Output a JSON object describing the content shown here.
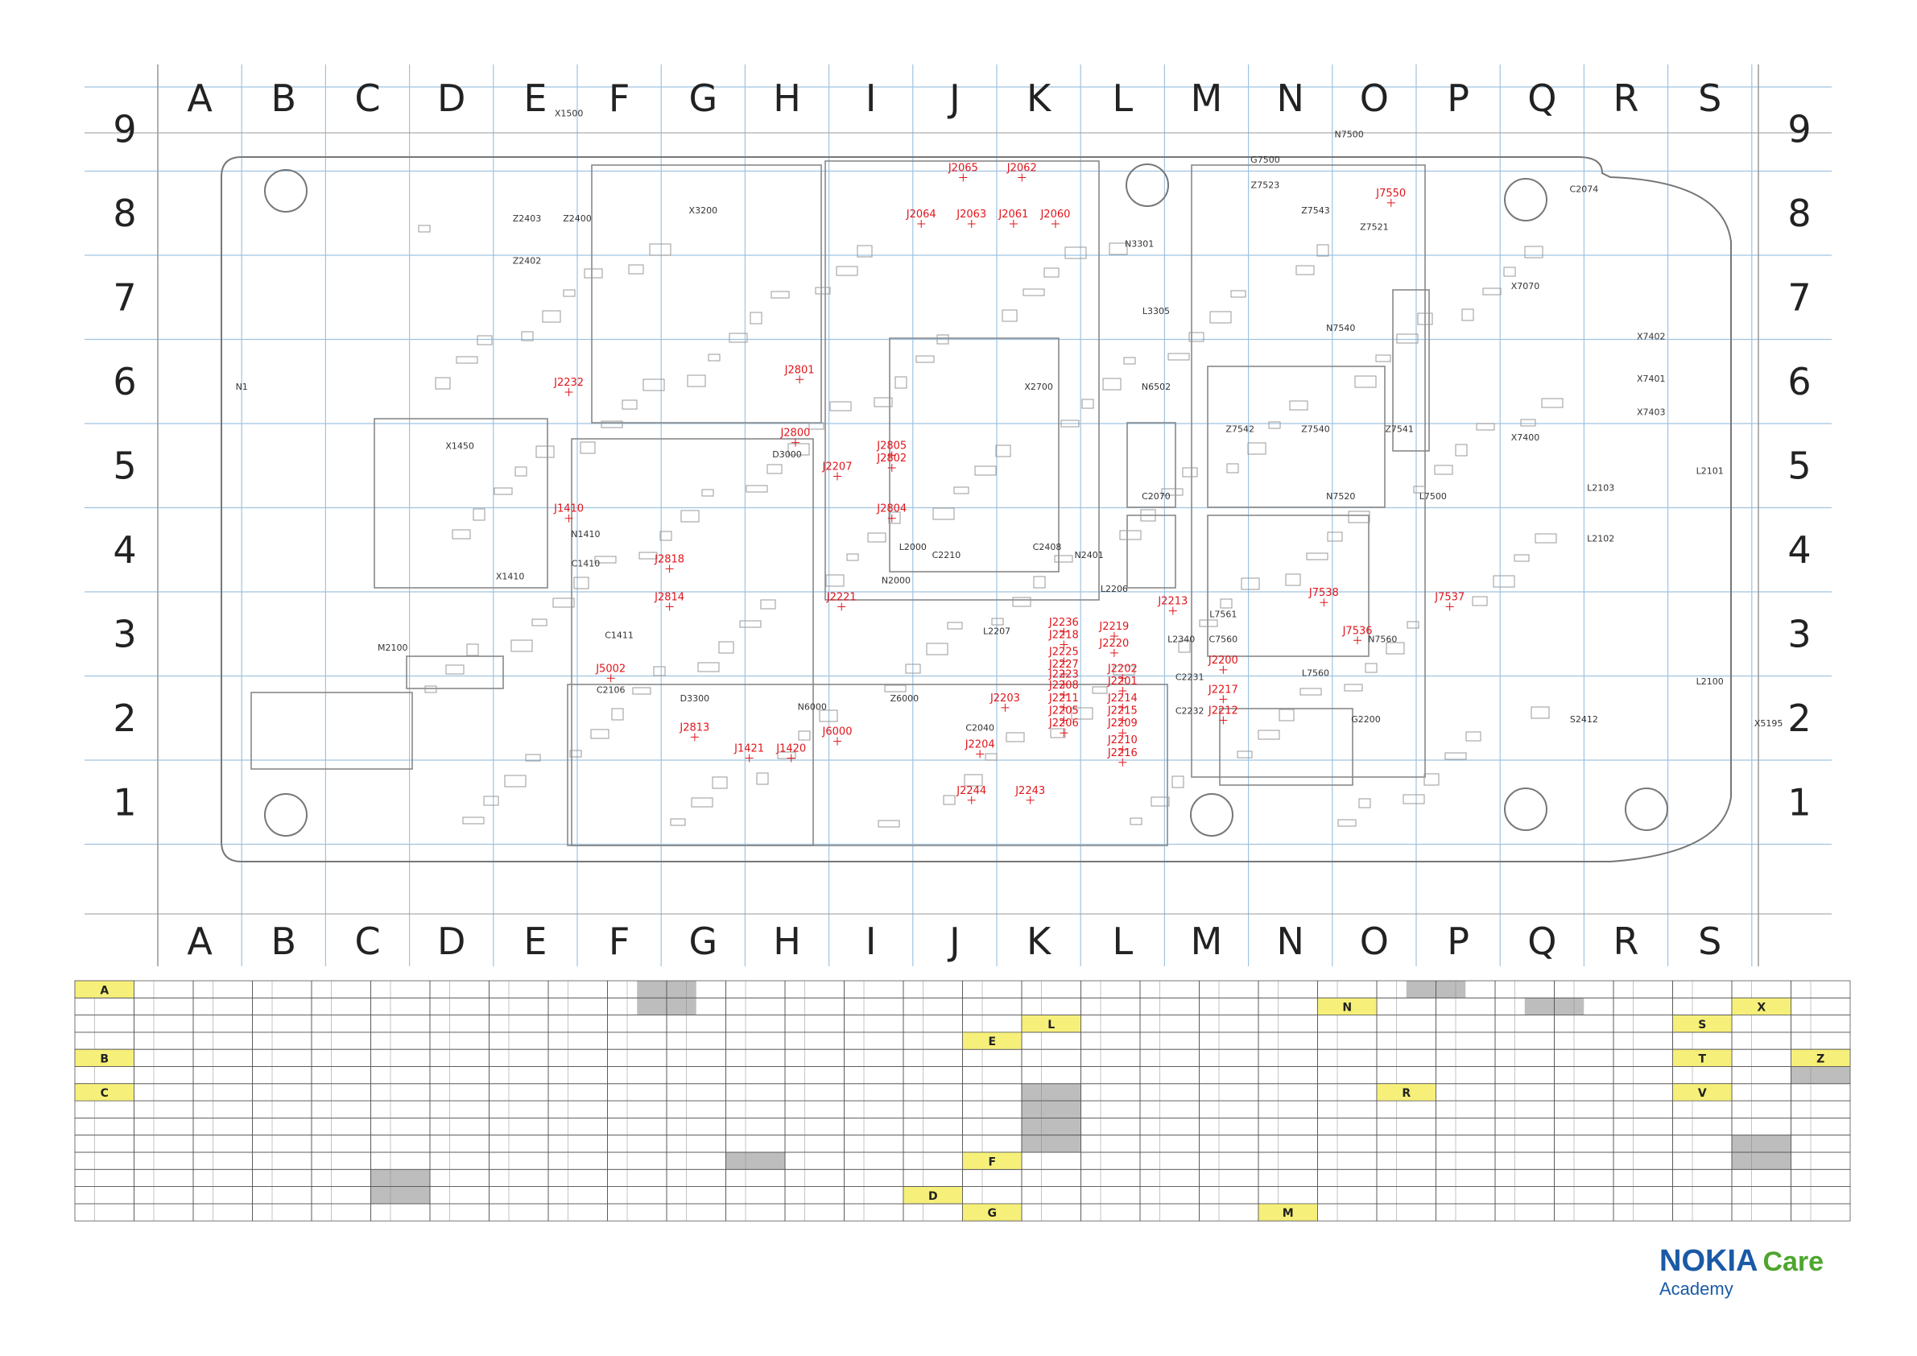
{
  "columns": [
    "A",
    "B",
    "C",
    "D",
    "E",
    "F",
    "G",
    "H",
    "I",
    "J",
    "K",
    "L",
    "M",
    "N",
    "O",
    "P",
    "Q",
    "R",
    "S"
  ],
  "rows": [
    "9",
    "8",
    "7",
    "6",
    "5",
    "4",
    "3",
    "2",
    "1"
  ],
  "components": [
    {
      "label": "X1500",
      "col": 5.4,
      "row": 9.15
    },
    {
      "label": "N1",
      "col": 1.5,
      "row": 5.9
    },
    {
      "label": "X1450",
      "col": 4.1,
      "row": 5.2
    },
    {
      "label": "X3200",
      "col": 7.0,
      "row": 8.0
    },
    {
      "label": "X2700",
      "col": 11.0,
      "row": 5.9
    },
    {
      "label": "D3000",
      "col": 8.0,
      "row": 5.1
    },
    {
      "label": "N2000",
      "col": 9.3,
      "row": 3.6
    },
    {
      "label": "Z2400",
      "col": 5.5,
      "row": 7.9
    },
    {
      "label": "Z2403",
      "col": 4.9,
      "row": 7.9
    },
    {
      "label": "Z2402",
      "col": 4.9,
      "row": 7.4
    },
    {
      "label": "N1410",
      "col": 5.6,
      "row": 4.15
    },
    {
      "label": "C1410",
      "col": 5.6,
      "row": 3.8
    },
    {
      "label": "X1410",
      "col": 4.7,
      "row": 3.65
    },
    {
      "label": "M2100",
      "col": 3.3,
      "row": 2.8
    },
    {
      "label": "D3300",
      "col": 6.9,
      "row": 2.2
    },
    {
      "label": "N6000",
      "col": 8.3,
      "row": 2.1
    },
    {
      "label": "Z6000",
      "col": 9.4,
      "row": 2.2
    },
    {
      "label": "L2000",
      "col": 9.5,
      "row": 4.0
    },
    {
      "label": "N7500",
      "col": 14.7,
      "row": 8.9
    },
    {
      "label": "N7540",
      "col": 14.6,
      "row": 6.6
    },
    {
      "label": "N7520",
      "col": 14.6,
      "row": 4.6
    },
    {
      "label": "N7560",
      "col": 15.1,
      "row": 2.9
    },
    {
      "label": "G7500",
      "col": 13.7,
      "row": 8.6
    },
    {
      "label": "Z7523",
      "col": 13.7,
      "row": 8.3
    },
    {
      "label": "Z7543",
      "col": 14.3,
      "row": 8.0
    },
    {
      "label": "Z7521",
      "col": 15.0,
      "row": 7.8
    },
    {
      "label": "Z7542",
      "col": 13.4,
      "row": 5.4
    },
    {
      "label": "Z7540",
      "col": 14.3,
      "row": 5.4
    },
    {
      "label": "Z7541",
      "col": 15.3,
      "row": 5.4
    },
    {
      "label": "L7500",
      "col": 15.7,
      "row": 4.6
    },
    {
      "label": "L3305",
      "col": 12.4,
      "row": 6.8
    },
    {
      "label": "N6502",
      "col": 12.4,
      "row": 5.9
    },
    {
      "label": "C2070",
      "col": 12.4,
      "row": 4.6
    },
    {
      "label": "N3301",
      "col": 12.2,
      "row": 7.6
    },
    {
      "label": "X7400",
      "col": 16.8,
      "row": 5.3
    },
    {
      "label": "X7070",
      "col": 16.8,
      "row": 7.1
    },
    {
      "label": "X7402",
      "col": 18.3,
      "row": 6.5
    },
    {
      "label": "X7401",
      "col": 18.3,
      "row": 6.0
    },
    {
      "label": "X7403",
      "col": 18.3,
      "row": 5.6
    },
    {
      "label": "G2200",
      "col": 14.9,
      "row": 1.95
    },
    {
      "label": "S2412",
      "col": 17.5,
      "row": 1.95
    },
    {
      "label": "X5195",
      "col": 19.7,
      "row": 1.9
    },
    {
      "label": "L2340",
      "col": 12.7,
      "row": 2.9
    },
    {
      "label": "L7560",
      "col": 14.3,
      "row": 2.5
    },
    {
      "label": "L7561",
      "col": 13.2,
      "row": 3.2
    },
    {
      "label": "C7560",
      "col": 13.2,
      "row": 2.9
    },
    {
      "label": "C2074",
      "col": 17.5,
      "row": 8.25
    },
    {
      "label": "L2103",
      "col": 17.7,
      "row": 4.7
    },
    {
      "label": "L2102",
      "col": 17.7,
      "row": 4.1
    },
    {
      "label": "L2206",
      "col": 11.9,
      "row": 3.5
    },
    {
      "label": "N2401",
      "col": 11.6,
      "row": 3.9
    },
    {
      "label": "C2408",
      "col": 11.1,
      "row": 4.0
    },
    {
      "label": "L2207",
      "col": 10.5,
      "row": 3.0
    },
    {
      "label": "C2210",
      "col": 9.9,
      "row": 3.9
    },
    {
      "label": "C2040",
      "col": 10.3,
      "row": 1.85
    },
    {
      "label": "C2231",
      "col": 12.8,
      "row": 2.45
    },
    {
      "label": "C2232",
      "col": 12.8,
      "row": 2.05
    },
    {
      "label": "C1411",
      "col": 6.0,
      "row": 2.95
    },
    {
      "label": "C2106",
      "col": 5.9,
      "row": 2.3
    },
    {
      "label": "L2101",
      "col": 19.0,
      "row": 4.9
    },
    {
      "label": "L2100",
      "col": 19.0,
      "row": 2.4
    }
  ],
  "test_points": [
    {
      "label": "J2232",
      "col": 5.4,
      "row": 5.95
    },
    {
      "label": "J1410",
      "col": 5.4,
      "row": 4.45
    },
    {
      "label": "J2818",
      "col": 6.6,
      "row": 3.85
    },
    {
      "label": "J2814",
      "col": 6.6,
      "row": 3.4
    },
    {
      "label": "J5002",
      "col": 5.9,
      "row": 2.55
    },
    {
      "label": "J2813",
      "col": 6.9,
      "row": 1.85
    },
    {
      "label": "J1421",
      "col": 7.55,
      "row": 1.6
    },
    {
      "label": "J1420",
      "col": 8.05,
      "row": 1.6
    },
    {
      "label": "J6000",
      "col": 8.6,
      "row": 1.8
    },
    {
      "label": "J2221",
      "col": 8.65,
      "row": 3.4
    },
    {
      "label": "J2801",
      "col": 8.15,
      "row": 6.1
    },
    {
      "label": "J2800",
      "col": 8.1,
      "row": 5.35
    },
    {
      "label": "J2207",
      "col": 8.6,
      "row": 4.95
    },
    {
      "label": "J2805",
      "col": 9.25,
      "row": 5.2
    },
    {
      "label": "J2802",
      "col": 9.25,
      "row": 5.05
    },
    {
      "label": "J2804",
      "col": 9.25,
      "row": 4.45
    },
    {
      "label": "J2065",
      "col": 10.1,
      "row": 8.5
    },
    {
      "label": "J2062",
      "col": 10.8,
      "row": 8.5
    },
    {
      "label": "J2064",
      "col": 9.6,
      "row": 7.95
    },
    {
      "label": "J2063",
      "col": 10.2,
      "row": 7.95
    },
    {
      "label": "J2061",
      "col": 10.7,
      "row": 7.95
    },
    {
      "label": "J2060",
      "col": 11.2,
      "row": 7.95
    },
    {
      "label": "J7550",
      "col": 15.2,
      "row": 8.2
    },
    {
      "label": "J7538",
      "col": 14.4,
      "row": 3.45
    },
    {
      "label": "J7537",
      "col": 15.9,
      "row": 3.4
    },
    {
      "label": "J7536",
      "col": 14.8,
      "row": 3.0
    },
    {
      "label": "J2213",
      "col": 12.6,
      "row": 3.35
    },
    {
      "label": "J2236",
      "col": 11.3,
      "row": 3.1
    },
    {
      "label": "J2218",
      "col": 11.3,
      "row": 2.95
    },
    {
      "label": "J2219",
      "col": 11.9,
      "row": 3.05
    },
    {
      "label": "J2220",
      "col": 11.9,
      "row": 2.85
    },
    {
      "label": "J2225",
      "col": 11.3,
      "row": 2.75
    },
    {
      "label": "J2227",
      "col": 11.3,
      "row": 2.6
    },
    {
      "label": "J2223",
      "col": 11.3,
      "row": 2.48
    },
    {
      "label": "J2208",
      "col": 11.3,
      "row": 2.35
    },
    {
      "label": "J2211",
      "col": 11.3,
      "row": 2.2
    },
    {
      "label": "J2205",
      "col": 11.3,
      "row": 2.05
    },
    {
      "label": "J2206",
      "col": 11.3,
      "row": 1.9
    },
    {
      "label": "J2203",
      "col": 10.6,
      "row": 2.2
    },
    {
      "label": "J2202",
      "col": 12.0,
      "row": 2.55
    },
    {
      "label": "J2201",
      "col": 12.0,
      "row": 2.4
    },
    {
      "label": "J2214",
      "col": 12.0,
      "row": 2.2
    },
    {
      "label": "J2215",
      "col": 12.0,
      "row": 2.05
    },
    {
      "label": "J2209",
      "col": 12.0,
      "row": 1.9
    },
    {
      "label": "J2210",
      "col": 12.0,
      "row": 1.7
    },
    {
      "label": "J2216",
      "col": 12.0,
      "row": 1.55
    },
    {
      "label": "J2200",
      "col": 13.2,
      "row": 2.65
    },
    {
      "label": "J2217",
      "col": 13.2,
      "row": 2.3
    },
    {
      "label": "J2212",
      "col": 13.2,
      "row": 2.05
    },
    {
      "label": "J2204",
      "col": 10.3,
      "row": 1.65
    },
    {
      "label": "J2244",
      "col": 10.2,
      "row": 1.1
    },
    {
      "label": "J2243",
      "col": 10.9,
      "row": 1.1
    }
  ],
  "crossword": {
    "cols": 30,
    "rows": 14,
    "letters": [
      {
        "ch": "A",
        "c": 0,
        "r": 0
      },
      {
        "ch": "B",
        "c": 0,
        "r": 4
      },
      {
        "ch": "C",
        "c": 0,
        "r": 6
      },
      {
        "ch": "N",
        "c": 21,
        "r": 1
      },
      {
        "ch": "L",
        "c": 16,
        "r": 2
      },
      {
        "ch": "E",
        "c": 15,
        "r": 3
      },
      {
        "ch": "S",
        "c": 27,
        "r": 2
      },
      {
        "ch": "X",
        "c": 28,
        "r": 1
      },
      {
        "ch": "T",
        "c": 27,
        "r": 4
      },
      {
        "ch": "Z",
        "c": 29,
        "r": 4
      },
      {
        "ch": "V",
        "c": 27,
        "r": 6
      },
      {
        "ch": "R",
        "c": 22,
        "r": 6
      },
      {
        "ch": "F",
        "c": 15,
        "r": 10
      },
      {
        "ch": "D",
        "c": 14,
        "r": 12
      },
      {
        "ch": "G",
        "c": 15,
        "r": 13
      },
      {
        "ch": "M",
        "c": 20,
        "r": 13
      }
    ]
  },
  "brand": {
    "name": "NOKIA",
    "care": "Care",
    "academy": "Academy"
  },
  "colors": {
    "grid_line": "#9fc3e0",
    "frame": "#888888",
    "ref": "#e0151b",
    "yellow": "#f6f07a",
    "gray": "#bdbdbd",
    "brand_blue": "#1a5aa6",
    "brand_green": "#4da62e"
  }
}
